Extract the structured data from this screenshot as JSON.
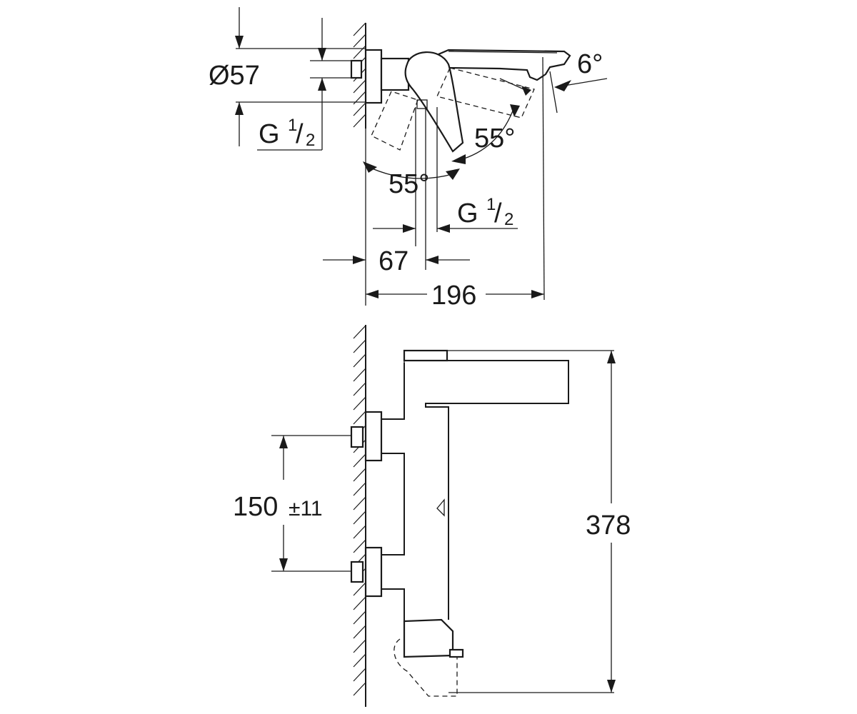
{
  "top_view": {
    "diameter_label": "Ø57",
    "thread_left": {
      "main": "G",
      "num": "1",
      "slash": "/",
      "den": "2"
    },
    "thread_right": {
      "main": "G",
      "num": "1",
      "slash": "/",
      "den": "2"
    },
    "angle_small": "6°",
    "angle_right": "55°",
    "angle_left": "55°",
    "dim_67": "67",
    "dim_196": "196"
  },
  "side_view": {
    "dim_centers": "150",
    "dim_tolerance": "±11",
    "dim_height": "378"
  },
  "colors": {
    "line": "#1a1a1a",
    "background": "#ffffff"
  }
}
